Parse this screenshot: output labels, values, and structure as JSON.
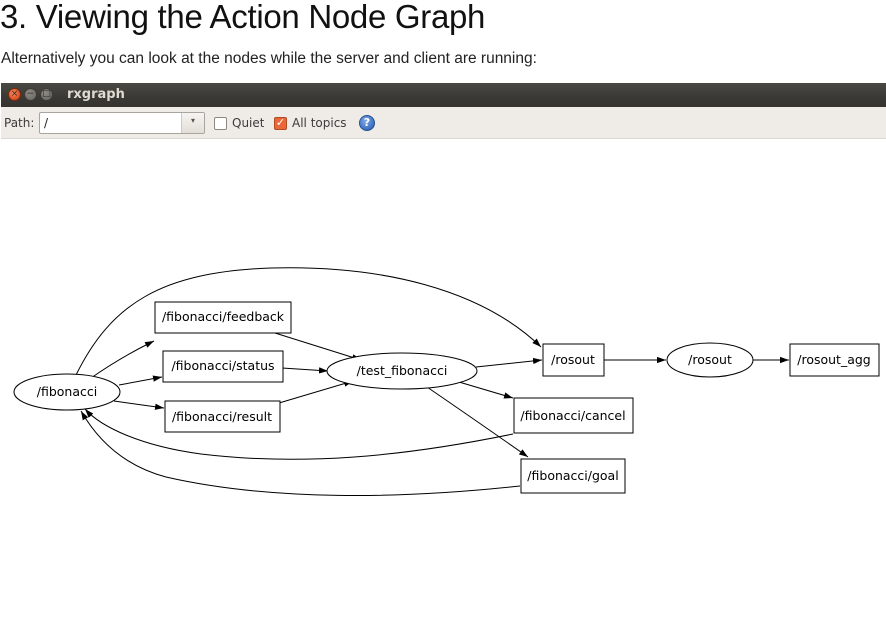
{
  "page": {
    "heading": "3. Viewing the Action Node Graph",
    "intro": "Alternatively you can look at the nodes while the server and client are running:"
  },
  "window": {
    "title": "rxgraph",
    "close_glyph": "×",
    "minimize_glyph": "−",
    "maximize_glyph": "□"
  },
  "toolbar": {
    "path_label": "Path:",
    "path_value": "/",
    "combo_arrow": "▾",
    "quiet_label": "Quiet",
    "quiet_checked": false,
    "all_topics_label": "All topics",
    "all_topics_checked": true,
    "check_glyph": "✓",
    "help_glyph": "?",
    "accent_color": "#e8683a",
    "titlebar_color": "#3c3b37"
  },
  "graph": {
    "nodes": {
      "fibonacci": "/fibonacci",
      "feedback": "/fibonacci/feedback",
      "status": "/fibonacci/status",
      "result": "/fibonacci/result",
      "test_fibonacci": "/test_fibonacci",
      "rosout_topic": "/rosout",
      "rosout_node": "/rosout",
      "rosout_agg": "/rosout_agg",
      "cancel": "/fibonacci/cancel",
      "goal": "/fibonacci/goal"
    }
  }
}
